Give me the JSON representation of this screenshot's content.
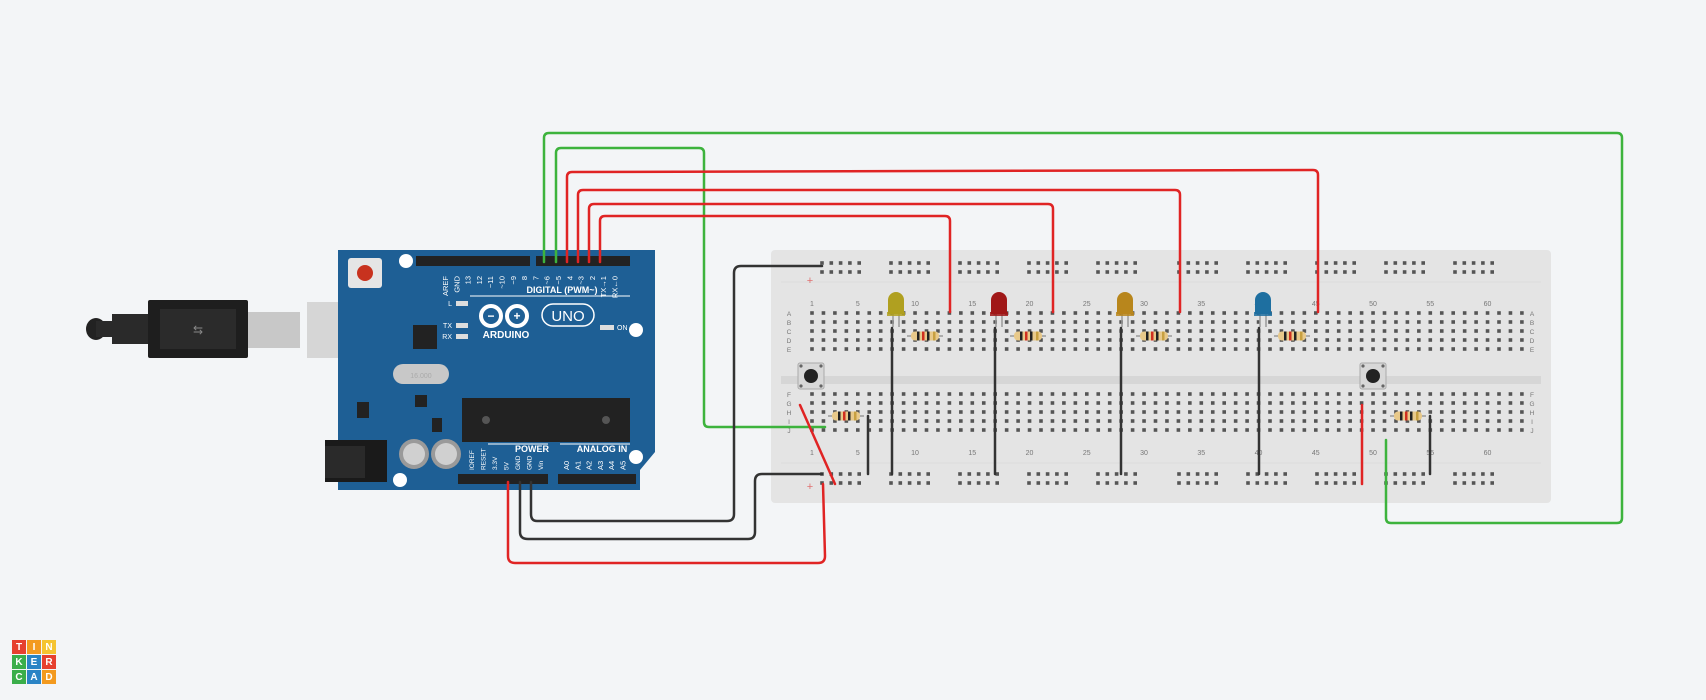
{
  "arduino": {
    "pin_labels": [
      "AREF",
      "GND",
      "13",
      "12",
      "~11",
      "~10",
      "~9",
      "8",
      "7",
      "~6",
      "~5",
      "4",
      "~3",
      "2",
      "TX→1",
      "RX←0"
    ],
    "digital_label": "DIGITAL (PWM~)",
    "brand": "ARDUINO",
    "model": "UNO",
    "on_label": "ON",
    "led_labels": [
      "L",
      "TX",
      "RX"
    ],
    "power_label": "POWER",
    "analog_label": "ANALOG IN",
    "power_pins": [
      "IOREF",
      "RESET",
      "3.3V",
      "5V",
      "GND",
      "GND",
      "Vin"
    ],
    "analog_pins": [
      "A0",
      "A1",
      "A2",
      "A3",
      "A4",
      "A5"
    ]
  },
  "breadboard": {
    "column_numbers": [
      "1",
      "5",
      "10",
      "15",
      "20",
      "25",
      "30",
      "35",
      "40",
      "45",
      "50",
      "55",
      "60"
    ],
    "row_letters_top": [
      "A",
      "B",
      "C",
      "D",
      "E"
    ],
    "row_letters_bottom": [
      "F",
      "G",
      "H",
      "I",
      "J"
    ],
    "plus_sign": "+"
  },
  "leds": [
    {
      "color": "#b0a020"
    },
    {
      "color": "#a01818"
    },
    {
      "color": "#b8861c"
    },
    {
      "color": "#1e6fa0"
    }
  ],
  "colors": {
    "wire_red": "#e02424",
    "wire_green": "#3db33d",
    "wire_black": "#333333",
    "board_blue": "#1e5f95"
  },
  "logo": {
    "letters": [
      "T",
      "I",
      "N",
      "K",
      "E",
      "R",
      "C",
      "A",
      "D"
    ],
    "colors": [
      "#e6402f",
      "#f39a1f",
      "#f5c431",
      "#3aae4a",
      "#2a84c5",
      "#e6402f",
      "#3aae4a",
      "#2a84c5",
      "#f39a1f"
    ]
  }
}
